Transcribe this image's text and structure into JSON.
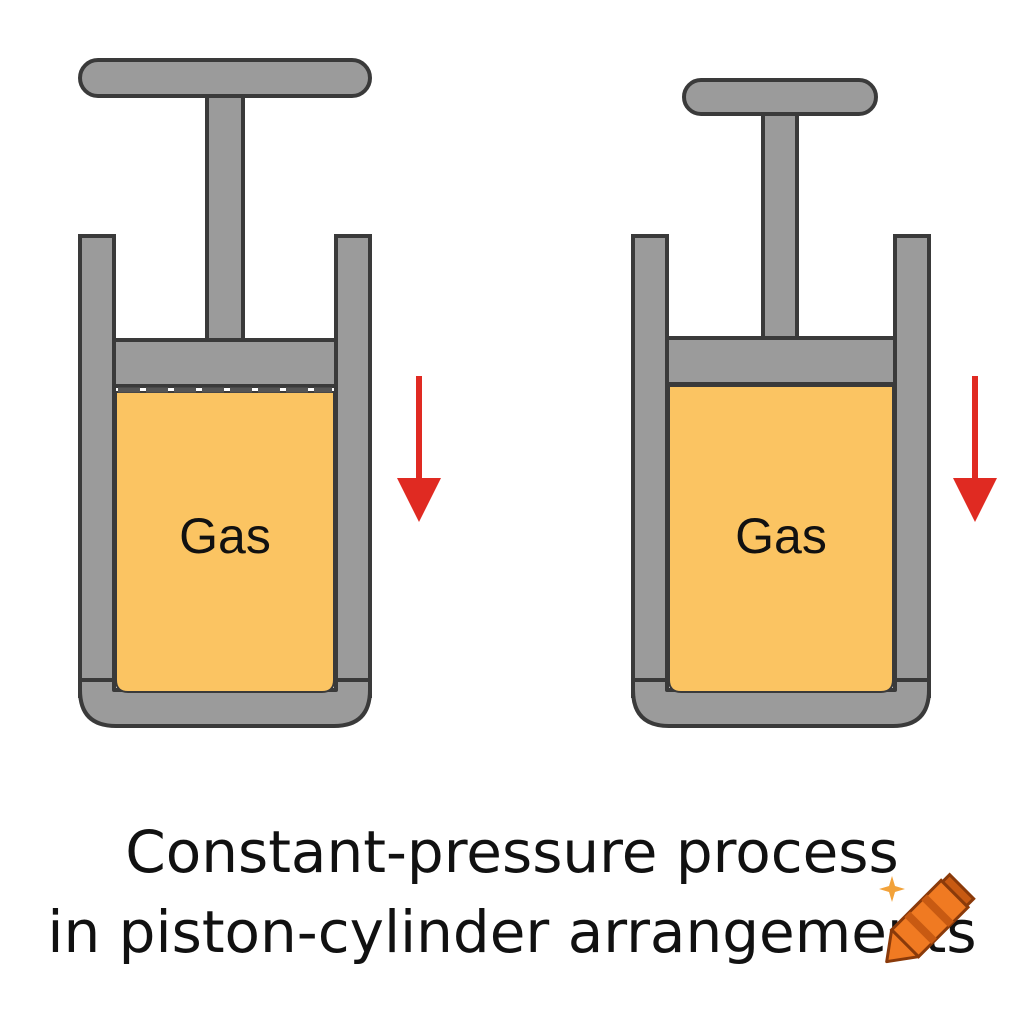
{
  "diagram": {
    "cylinders": [
      {
        "gas_label": "Gas"
      },
      {
        "gas_label": "Gas"
      }
    ]
  },
  "caption": {
    "line1": "Constant-pressure process",
    "line2": "in piston-cylinder arrangements"
  },
  "colors": {
    "metal": "#9b9b9b",
    "outline": "#3a3a3a",
    "gas": "#fbc462",
    "arrow": "#e02a22",
    "crayon": "#f07a22"
  },
  "icons": {
    "corner_badge": "crayon-icon"
  }
}
